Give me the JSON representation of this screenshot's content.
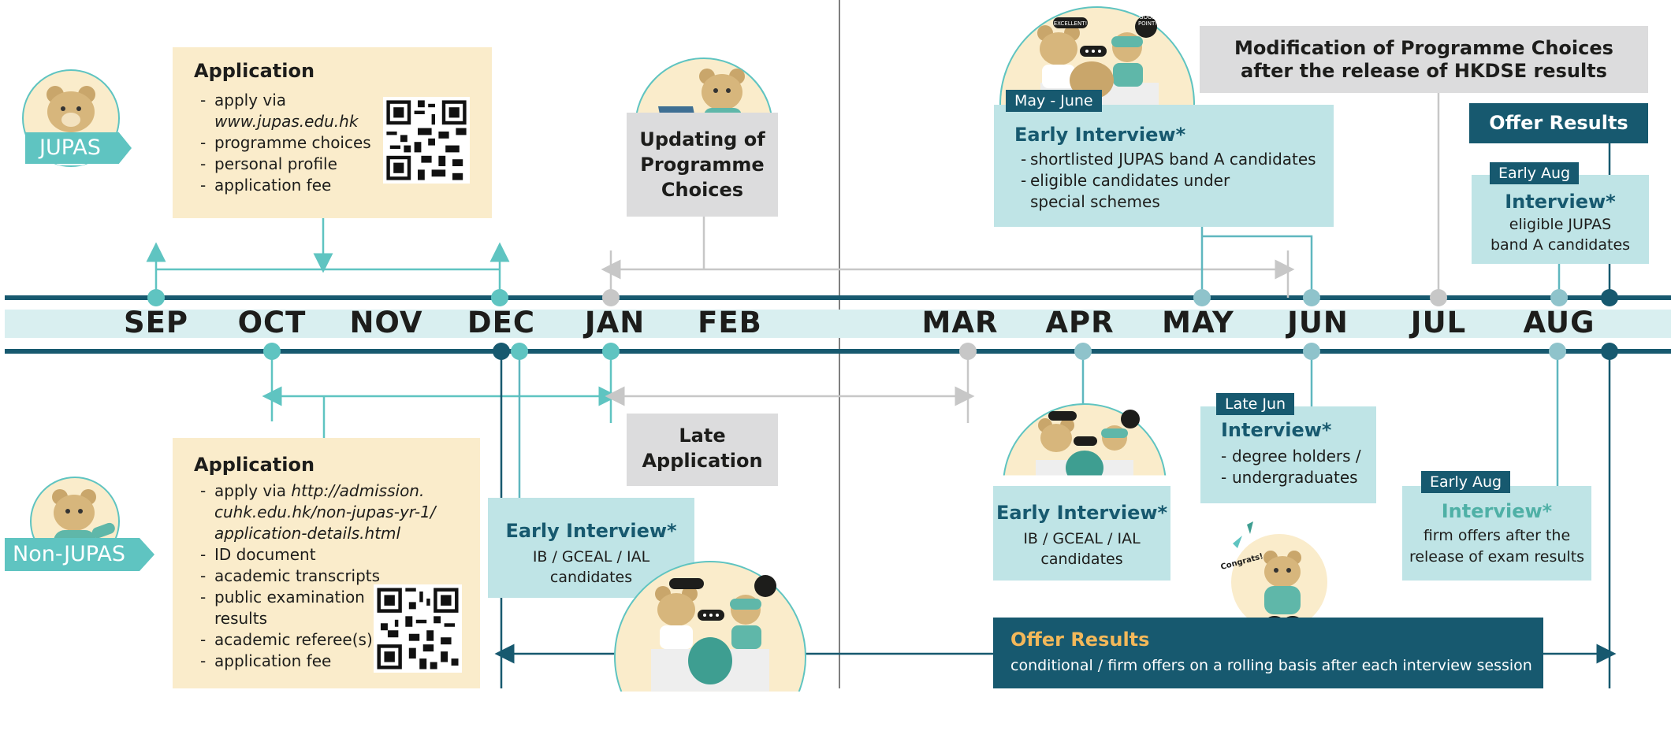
{
  "months": [
    "SEP",
    "OCT",
    "NOV",
    "DEC",
    "JAN",
    "FEB",
    "MAR",
    "APR",
    "MAY",
    "JUN",
    "JUL",
    "AUG"
  ],
  "jupas": {
    "label": "JUPAS",
    "application": {
      "title": "Application",
      "items": [
        "apply via",
        "www.jupas.edu.hk",
        "programme choices",
        "personal profile",
        "application fee"
      ]
    },
    "updating": "Updating of Programme Choices",
    "modification": [
      "Modification of Programme Choices",
      "after the release of HKDSE results"
    ],
    "early_interview": {
      "tag": "May - June",
      "title": "Early Interview*",
      "items": [
        "shortlisted JUPAS band A candidates",
        "eligible candidates under",
        "special schemes"
      ]
    },
    "offer_results": "Offer Results",
    "aug_interview": {
      "tag": "Early Aug",
      "title": "Interview*",
      "lines": [
        "eligible JUPAS",
        "band A candidates"
      ]
    }
  },
  "nonjupas": {
    "label": "Non-JUPAS",
    "application": {
      "title": "Application",
      "items": [
        "apply via",
        "http://admission.",
        "cuhk.edu.hk/non-jupas-yr-1/",
        "application-details.html",
        "ID document",
        "academic transcripts",
        "public examination",
        "results",
        "academic referee(s)",
        "application fee"
      ]
    },
    "late_application": [
      "Late",
      "Application"
    ],
    "early_interview_dec": {
      "title": "Early Interview*",
      "lines": [
        "IB / GCEAL / IAL",
        "candidates"
      ]
    },
    "early_interview_apr": {
      "title": "Early Interview*",
      "lines": [
        "IB / GCEAL / IAL",
        "candidates"
      ]
    },
    "late_jun": {
      "tag": "Late Jun",
      "title": "Interview*",
      "items": [
        "degree holders /",
        "undergraduates"
      ]
    },
    "early_aug": {
      "tag": "Early Aug",
      "title": "Interview*",
      "lines": [
        "firm offers after the",
        "release of exam results"
      ]
    },
    "offer_results": {
      "title": "Offer Results",
      "text": "conditional / firm offers on a rolling basis after each interview session"
    }
  },
  "illustration_text": {
    "excellent": "EXCELLENT!",
    "good_point": "GOOD POINT!",
    "congrats": "Congrats!"
  },
  "colors": {
    "dark_teal": "#17596f",
    "mid_teal": "#4fb0a6",
    "light_teal": "#bfe4e6",
    "cream": "#faeccb",
    "grey": "#dcdcdd",
    "arrow_teal": "#5fc4c1"
  }
}
